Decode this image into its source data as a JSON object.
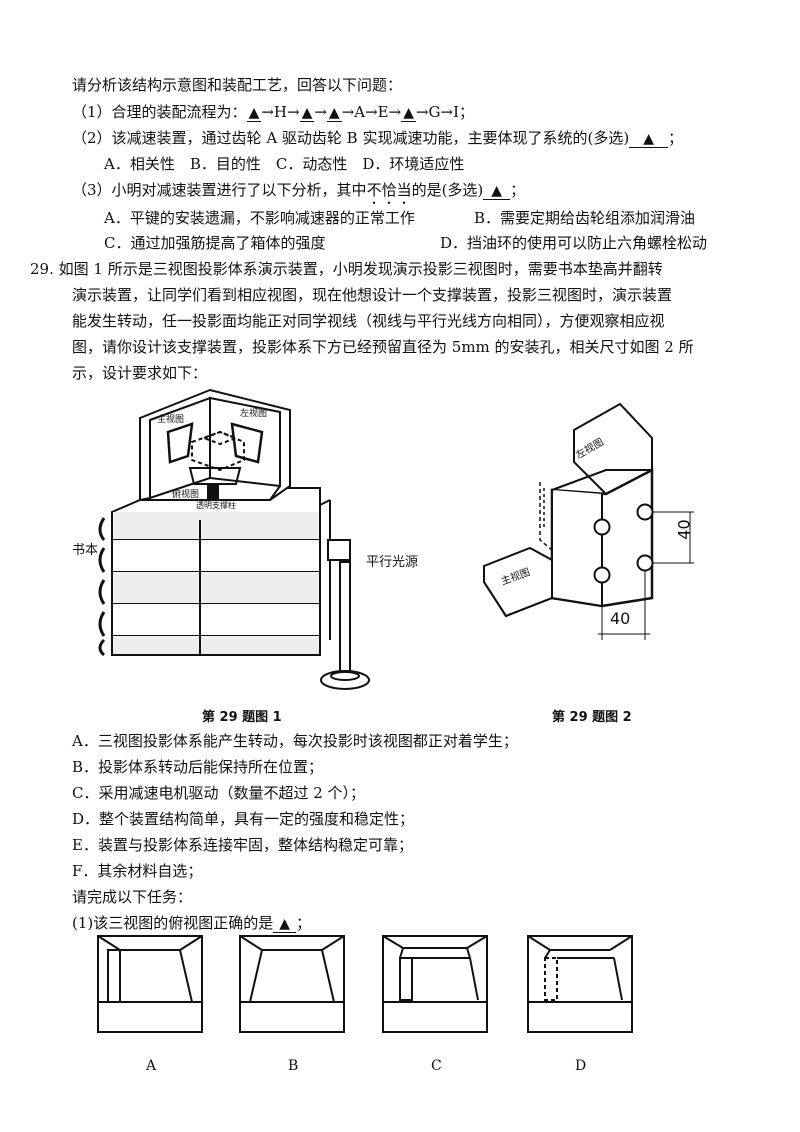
{
  "q28": {
    "intro": "请分析该结构示意图和装配工艺，回答以下问题：",
    "q1": {
      "num": "（1）",
      "text_a": "合理的装配流程为：",
      "blank": "▲",
      "s1": "→H→",
      "s2": "→",
      "s3": "→A→E→",
      "s4": "→G→I；"
    },
    "q2": {
      "num": "（2）",
      "text": "该减速装置，通过齿轮 A 驱动齿轮 B 实现减速功能，主要体现了系统的(多选)",
      "blank": "▲",
      "end": "；"
    },
    "q2_options": "A．相关性　B．目的性　C．动态性　D．环境适应性",
    "q3": {
      "num": "（3）",
      "text_a": "小明对减速装置进行了以下分析，其中",
      "emph": "不恰当",
      "text_b": "的是(多选)",
      "blank": "▲",
      "end": "；"
    },
    "q3_opt_a": "A．平键的安装遗漏，不影响减速器的正常工作",
    "q3_opt_b": "B．需要定期给齿轮组添加润滑油",
    "q3_opt_c": "C．通过加强筋提高了箱体的强度",
    "q3_opt_d": "D．挡油环的使用可以防止六角螺栓松动"
  },
  "q29": {
    "para": [
      "29. 如图 1 所示是三视图投影体系演示装置，小明发现演示投影三视图时，需要书本垫高并翻转",
      "演示装置，让同学们看到相应视图，现在他想设计一个支撑装置，投影三视图时，演示装置",
      "能发生转动，任一投影面均能正对同学视线（视线与平行光线方向相同），方便观察相应视",
      "图，请你设计该支撑装置，投影体系下方已经预留直径为 5mm 的安装孔，相关尺寸如图 2 所",
      "示，设计要求如下："
    ],
    "fig1": {
      "left_view": "左视图",
      "front_view": "主视图",
      "top_view": "俯视图",
      "pillar": "透明支撑柱",
      "books": "书本",
      "light": "平行光源",
      "caption": "第 29 题图 1"
    },
    "fig2": {
      "left_view": "左视图",
      "front_view": "主视图",
      "dim1": "40",
      "dim2": "40",
      "caption": "第 29 题图 2"
    },
    "reqs": [
      "A．三视图投影体系能产生转动，每次投影时该视图都正对着学生；",
      "B．投影体系转动后能保持所在位置；",
      "C．采用减速电机驱动（数量不超过 2 个）；",
      "D．整个装置结构简单，具有一定的强度和稳定性；",
      "E．装置与投影体系连接牢固，整体结构稳定可靠；",
      "F．其余材料自选；"
    ],
    "task_intro": "请完成以下任务：",
    "task1": {
      "text": "(1)该三视图的俯视图正确的是",
      "blank": "▲",
      "end": "；"
    },
    "options": [
      "A",
      "B",
      "C",
      "D"
    ]
  }
}
